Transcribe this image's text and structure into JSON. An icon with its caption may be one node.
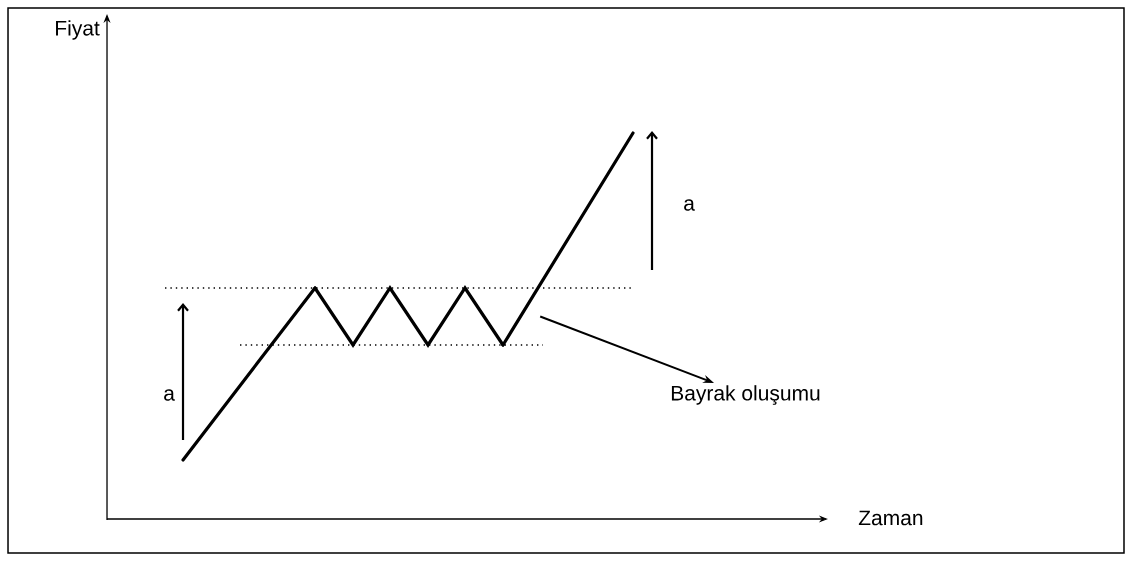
{
  "diagram": {
    "nodes": [
      {
        "text": [],
        "shape": "picture"
      },
      {
        "text": [
          "Bayrak oluşumu"
        ]
      }
    ],
    "edges": [
      {
        "from": 0,
        "to": 1,
        "arrow": "to"
      }
    ],
    "labels": [
      "Fiyat",
      "a",
      "a",
      "Zaman"
    ]
  }
}
